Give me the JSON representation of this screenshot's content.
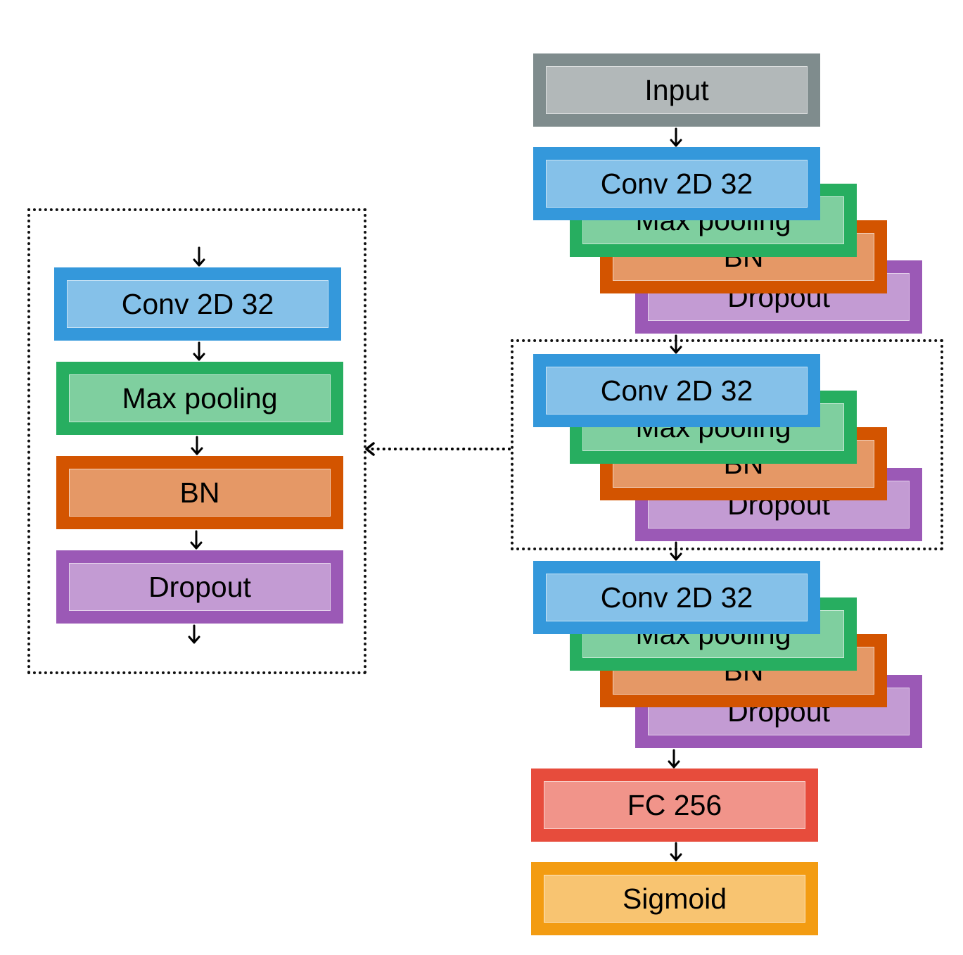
{
  "layers": {
    "input": "Input",
    "conv": "Conv 2D 32",
    "maxpool": "Max pooling",
    "bn": "BN",
    "dropout": "Dropout",
    "fc": "FC 256",
    "sigmoid": "Sigmoid"
  },
  "colors": {
    "input": {
      "border": "#7f8c8d",
      "fill": "#b2b8b9"
    },
    "conv": {
      "border": "#3498db",
      "fill": "#85c1e9"
    },
    "maxpool": {
      "border": "#27ae60",
      "fill": "#7fcf9f"
    },
    "bn": {
      "border": "#d35400",
      "fill": "#e59866"
    },
    "dropout": {
      "border": "#9b59b6",
      "fill": "#c39bd3"
    },
    "fc": {
      "border": "#e74c3c",
      "fill": "#f1948a"
    },
    "sigmoid": {
      "border": "#f39c12",
      "fill": "#f8c471"
    }
  }
}
